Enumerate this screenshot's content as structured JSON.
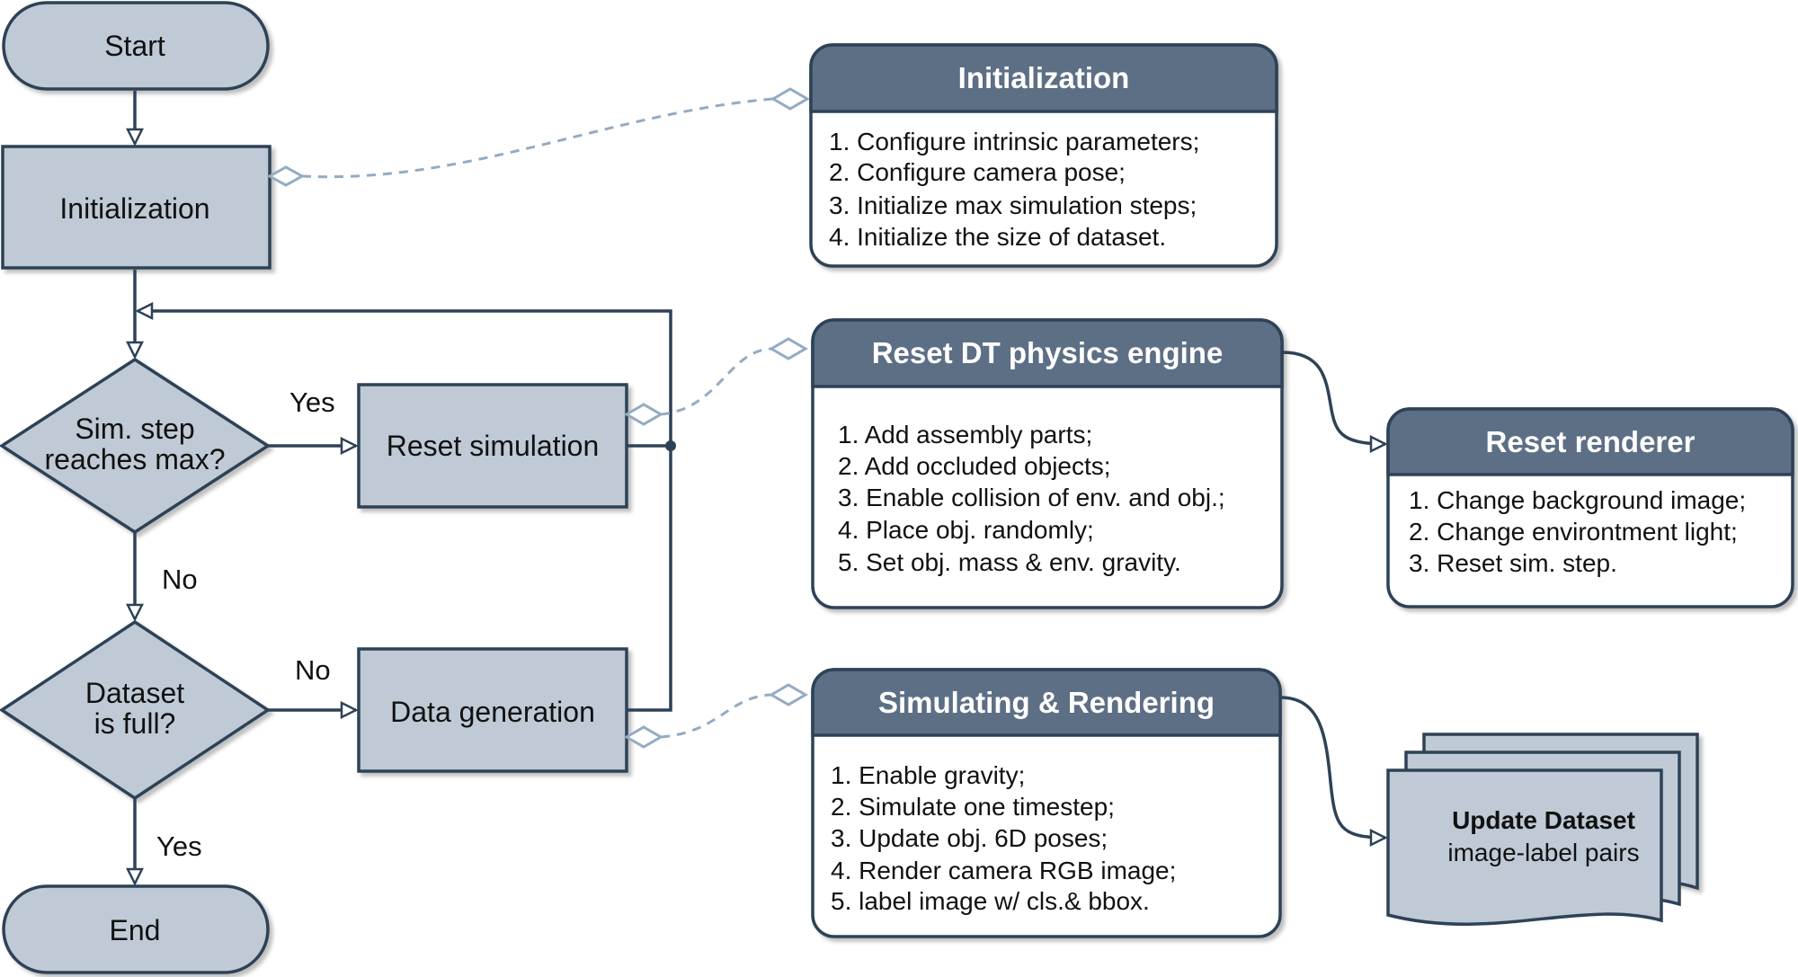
{
  "colors": {
    "node_fill": "#bfcad6",
    "node_stroke": "#2e4257",
    "panel_header": "#5d6f85",
    "connector_dashed": "#94abc2",
    "line": "#2e4257"
  },
  "flow": {
    "start": "Start",
    "initialization": "Initialization",
    "decision_sim": [
      "Sim. step",
      "reaches max?"
    ],
    "reset_simulation": "Reset simulation",
    "decision_dataset": [
      "Dataset",
      "is full?"
    ],
    "data_generation": "Data generation",
    "end": "End",
    "labels": {
      "yes_top": "Yes",
      "no_middle": "No",
      "no_right": "No",
      "yes_bottom": "Yes"
    }
  },
  "panels": {
    "initialization": {
      "title": "Initialization",
      "items": [
        "1. Configure intrinsic parameters;",
        "2. Configure camera pose;",
        "3. Initialize max simulation steps;",
        "4. Initialize the size of dataset."
      ]
    },
    "reset_physics": {
      "title": "Reset DT physics engine",
      "items": [
        "1. Add assembly parts;",
        "2. Add occluded objects;",
        "3. Enable collision of env. and obj.;",
        "4. Place obj. randomly;",
        "5. Set obj. mass & env. gravity."
      ]
    },
    "reset_renderer": {
      "title": "Reset renderer",
      "items": [
        "1. Change background image;",
        "2. Change environtment light;",
        "3. Reset sim. step."
      ]
    },
    "sim_render": {
      "title": "Simulating & Rendering",
      "items": [
        "1. Enable gravity;",
        "2. Simulate one timestep;",
        "3. Update obj. 6D poses;",
        "4. Render camera RGB image;",
        "5. label image w/ cls.& bbox."
      ]
    }
  },
  "dataset": {
    "title": "Update Dataset",
    "subtitle": "image-label pairs"
  }
}
